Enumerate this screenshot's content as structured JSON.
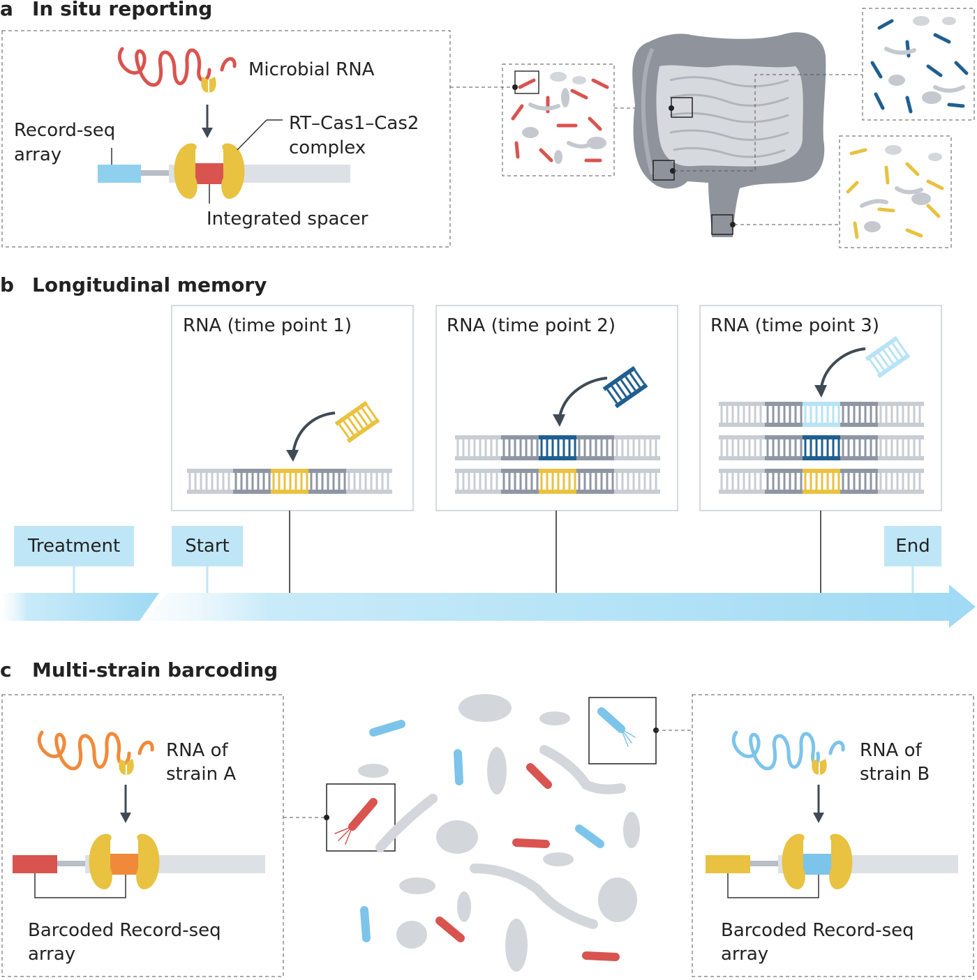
{
  "panel_a": {
    "letter": "a",
    "title": "In situ reporting",
    "microbial_rna": "Microbial RNA",
    "record_seq_array_line1": "Record-seq",
    "record_seq_array_line2": "array",
    "complex_line1": "RT–Cas1–Cas2",
    "complex_line2": "complex",
    "integrated_spacer": "Integrated spacer"
  },
  "panel_b": {
    "letter": "b",
    "title": "Longitudinal memory",
    "timepoints": [
      "RNA (time point 1)",
      "RNA (time point 2)",
      "RNA (time point 3)"
    ],
    "timeline": {
      "treatment": "Treatment",
      "start": "Start",
      "end": "End"
    }
  },
  "panel_c": {
    "letter": "c",
    "title": "Multi-strain barcoding",
    "strain_a_line1": "RNA of",
    "strain_a_line2": "strain A",
    "strain_b_line1": "RNA of",
    "strain_b_line2": "strain B",
    "barcoded_a_line1": "Barcoded Record-seq",
    "barcoded_a_line2": "array",
    "barcoded_b_line1": "Barcoded Record-seq",
    "barcoded_b_line2": "array"
  },
  "colors": {
    "rna_red": "#d9534f",
    "cas_yellow": "#e8c240",
    "array_blue": "#8fd0ee",
    "spacer_dark_blue": "#1f5f8f",
    "spacer_light_blue": "#b7e3f5",
    "timeline_blue": "#bfe6f7",
    "strain_orange": "#f08a3a",
    "strain_blue": "#7cc4ea",
    "gut_grey": "#8f939c"
  }
}
